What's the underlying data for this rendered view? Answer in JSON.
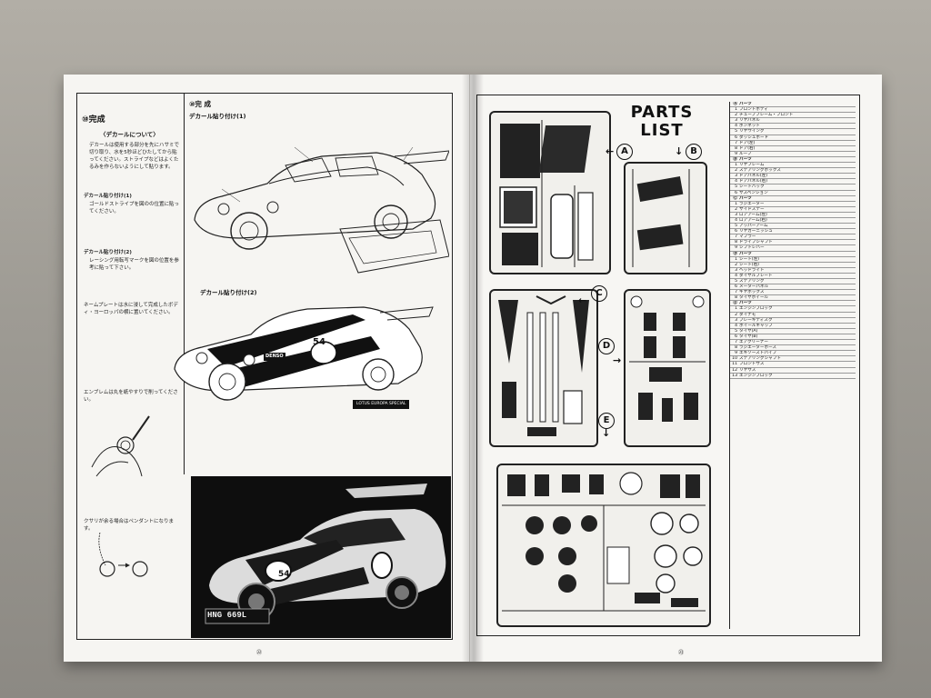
{
  "left_page": {
    "section_heading": "⑩完成",
    "decal_intro_title": "〈デカールについて〉",
    "decal_intro_text": "デカールは使用する部分を先にハサミで切り取り、水を5秒ほどひたしてから貼ってください。ストライプなどはよくたるみを作らないようにして貼ります。",
    "step1_title": "デカール貼り付け(1)",
    "step1_text": "ゴールドストライプを図のの位置に貼ってください。",
    "step2_title": "デカール貼り付け(2)",
    "step2_text": "レーシング用転写マークを図の位置を参考に貼って下さい。",
    "nameplate_text": "ネームプレートは水に浸して完成したボディ・ヨーロッパの横に置いてください。",
    "emblem_text": "エンブレムは丸を紙やすりで削ってください。",
    "pendant_text": "クサリが余る場合はペンダントになります。",
    "diagram_title": "⑩完 成",
    "diagram1_label": "デカール貼り付け(1)",
    "diagram2_label": "デカール貼り付け(2)",
    "race_number": "54",
    "sponsor_text": "DENSO",
    "nameplate_label": "LOTUS EUROPA SPECIAL",
    "plate_number": "HNG 669L",
    "page_number": "㉒"
  },
  "right_page": {
    "parts_title_line1": "PARTS",
    "parts_title_line2": "LIST",
    "sprue_letters": [
      "A",
      "B",
      "C",
      "D",
      "E"
    ],
    "page_number": "㉓",
    "parts_list": [
      {
        "n": "Ⓐ",
        "t": "パーツ",
        "sec": true
      },
      {
        "n": "1",
        "t": "フロントボディ"
      },
      {
        "n": "2",
        "t": "チューブフレーム・フロント"
      },
      {
        "n": "3",
        "t": "リヤパネル"
      },
      {
        "n": "4",
        "t": "ボンネット"
      },
      {
        "n": "5",
        "t": "リヤウイング"
      },
      {
        "n": "6",
        "t": "ダッシュボード"
      },
      {
        "n": "7",
        "t": "ドア(左)"
      },
      {
        "n": "8",
        "t": "ドア(右)"
      },
      {
        "n": "9",
        "t": "ルーフ"
      },
      {
        "n": "Ⓑ",
        "t": "パーツ",
        "sec": true
      },
      {
        "n": "1",
        "t": "リヤフレーム"
      },
      {
        "n": "2",
        "t": "ステアリングボックス"
      },
      {
        "n": "3",
        "t": "ドアパネル(左)"
      },
      {
        "n": "4",
        "t": "ドアパネル(右)"
      },
      {
        "n": "5",
        "t": "シートバック"
      },
      {
        "n": "6",
        "t": "サスペンション"
      },
      {
        "n": "Ⓒ",
        "t": "パーツ",
        "sec": true
      },
      {
        "n": "1",
        "t": "ラジエーター"
      },
      {
        "n": "2",
        "t": "サイドステー"
      },
      {
        "n": "3",
        "t": "ロアアーム(左)"
      },
      {
        "n": "4",
        "t": "ロアアーム(右)"
      },
      {
        "n": "5",
        "t": "アッパーアーム"
      },
      {
        "n": "6",
        "t": "リヤガーニッシュ"
      },
      {
        "n": "7",
        "t": "マフラー"
      },
      {
        "n": "8",
        "t": "ドライブシャフト"
      },
      {
        "n": "9",
        "t": "シフトレバー"
      },
      {
        "n": "Ⓓ",
        "t": "パーツ",
        "sec": true
      },
      {
        "n": "1",
        "t": "シート(左)"
      },
      {
        "n": "2",
        "t": "シート(右)"
      },
      {
        "n": "3",
        "t": "ヘッドライト"
      },
      {
        "n": "4",
        "t": "ダイヤルプレート"
      },
      {
        "n": "5",
        "t": "ステアリング"
      },
      {
        "n": "6",
        "t": "メーターパネル"
      },
      {
        "n": "7",
        "t": "ギヤボックス"
      },
      {
        "n": "8",
        "t": "タイヤホイール"
      },
      {
        "n": "Ⓔ",
        "t": "パーツ",
        "sec": true
      },
      {
        "n": "1",
        "t": "エンジンブロック"
      },
      {
        "n": "2",
        "t": "ダイナモ"
      },
      {
        "n": "3",
        "t": "ブレーキディスク"
      },
      {
        "n": "4",
        "t": "ホイールキャップ"
      },
      {
        "n": "5",
        "t": "タイヤ(A)"
      },
      {
        "n": "6",
        "t": "タイヤ(B)"
      },
      {
        "n": "7",
        "t": "エアクリーナー"
      },
      {
        "n": "8",
        "t": "ラジエーターホース"
      },
      {
        "n": "9",
        "t": "エキゾーストパイプ"
      },
      {
        "n": "10",
        "t": "ステアリングシャフト"
      },
      {
        "n": "11",
        "t": "フロントサス"
      },
      {
        "n": "12",
        "t": "リヤサス"
      },
      {
        "n": "13",
        "t": "エンジンブロック"
      }
    ]
  }
}
